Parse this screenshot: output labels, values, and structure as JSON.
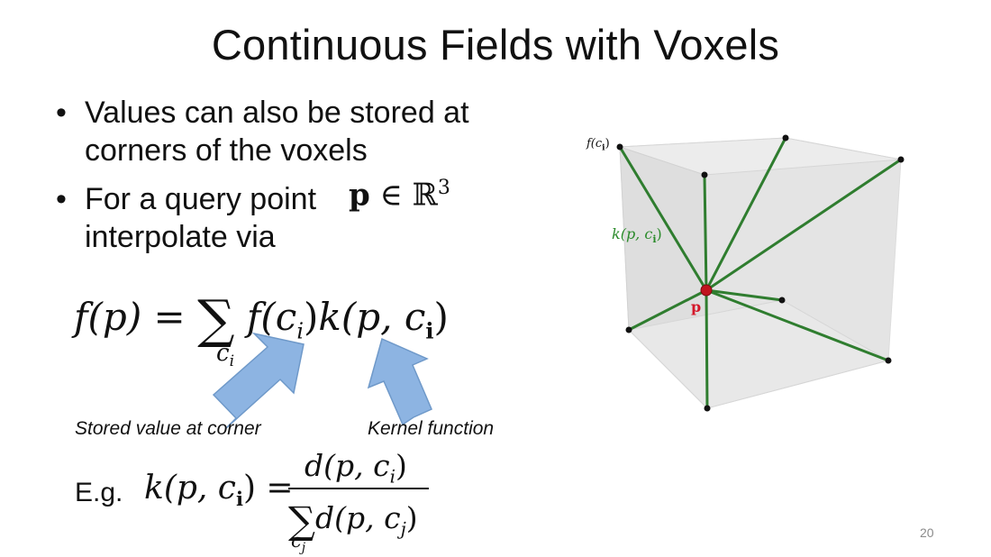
{
  "slide": {
    "title": "Continuous Fields with Voxels",
    "page_number": "20"
  },
  "bullets": [
    {
      "symbol": "•",
      "lines": [
        "Values can also be stored at",
        "corners of the voxels"
      ]
    },
    {
      "symbol": "•",
      "lines": [
        "For a query point",
        "interpolate via"
      ]
    }
  ],
  "inline_math": {
    "p": "p",
    "in": "∈",
    "R": "ℝ",
    "exp": "3"
  },
  "equation_main": {
    "lhs": "f(p) =",
    "sum": "∑",
    "sum_sub": "c",
    "sum_sub_i": "i",
    "rhs_f": "f(c",
    "rhs_k": "k(p, c"
  },
  "captions": {
    "stored": "Stored value at corner",
    "kernel": "Kernel function"
  },
  "example": {
    "prefix": "E.g.",
    "lhs": "k(p, c",
    "num": "d(p, c",
    "den_sum": "∑",
    "den_d": "d(p, c",
    "den_sub": "c",
    "den_sub_j": "j"
  },
  "figure": {
    "label_f": "f(c",
    "label_k": "k(p, c",
    "label_p": "p",
    "colors": {
      "lines": "#2f7d2f",
      "point": "#c0141e",
      "cube_face": "#e2e2e2",
      "arrow": "#8db4e2"
    }
  }
}
